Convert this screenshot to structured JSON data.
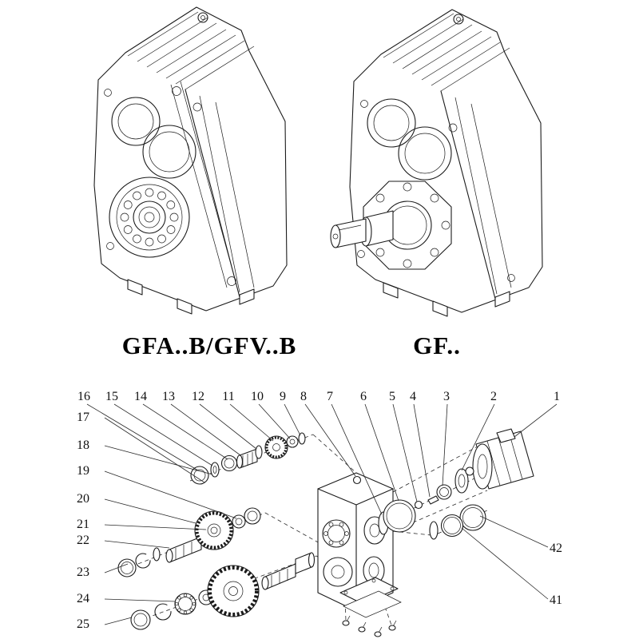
{
  "models": {
    "left_label": "GFA..B/GFV..B",
    "right_label": "GF.."
  },
  "exploded": {
    "top_row": [
      "16",
      "15",
      "14",
      "13",
      "12",
      "11",
      "10",
      "9",
      "8",
      "7",
      "6",
      "5",
      "4",
      "3",
      "2",
      "1"
    ],
    "left_column": [
      "17",
      "18",
      "19",
      "20",
      "21",
      "22",
      "23",
      "24",
      "25"
    ],
    "right_column": [
      "42",
      "41"
    ]
  },
  "colors": {
    "line": "#1b1b1b",
    "background": "#ffffff"
  }
}
